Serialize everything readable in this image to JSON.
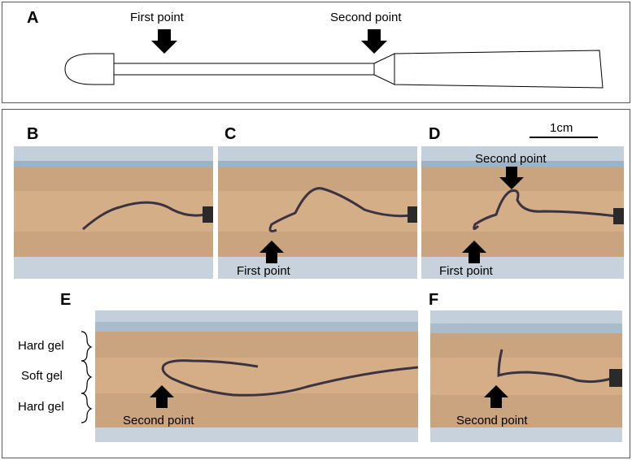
{
  "panels": {
    "a": "A",
    "b": "B",
    "c": "C",
    "d": "D",
    "e": "E",
    "f": "F"
  },
  "annotations": {
    "first_point": "First point",
    "second_point": "Second point"
  },
  "scale_bar": {
    "label": "1cm"
  },
  "gel_layers": {
    "top": "Hard gel",
    "middle": "Soft gel",
    "bottom": "Hard gel"
  },
  "colors": {
    "gel_hard": "#c9a47f",
    "gel_soft": "#d8b28a",
    "channel_top": "#b9c9d6",
    "needle": "#3b3340",
    "frame": "#5a5a5a"
  }
}
